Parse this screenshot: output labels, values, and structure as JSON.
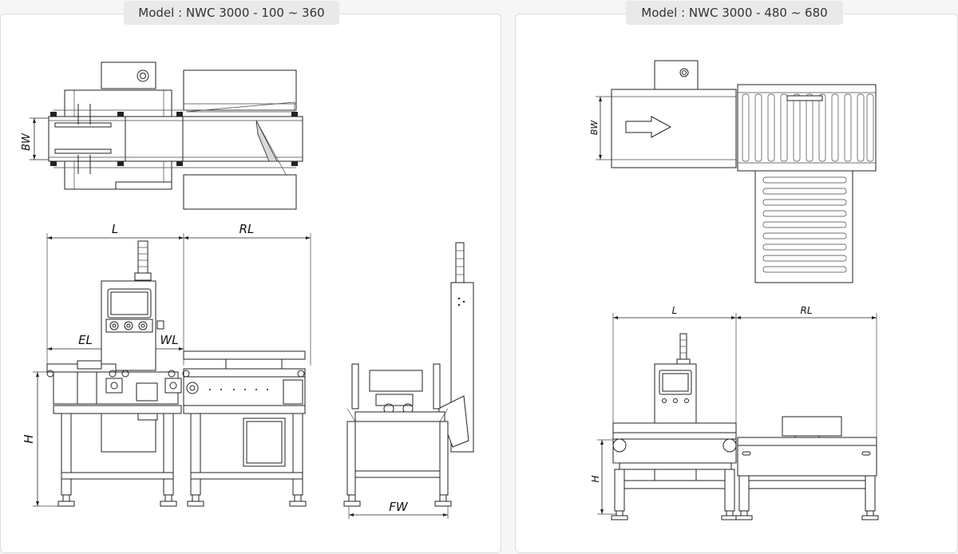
{
  "panels": [
    {
      "model_label": "Model : NWC 3000 - 100 ~ 360",
      "dims": {
        "bw": "BW",
        "l": "L",
        "rl": "RL",
        "el": "EL",
        "wl": "WL",
        "h": "H",
        "fw": "FW"
      }
    },
    {
      "model_label": "Model : NWC 3000 - 480 ~ 680",
      "dims": {
        "bw": "BW",
        "l": "L",
        "rl": "RL",
        "h": "H"
      }
    }
  ],
  "colors": {
    "line": "#222222",
    "panel_bg": "#ffffff",
    "tab_bg": "#e9e9e9",
    "page_bg": "#f6f6f6"
  }
}
